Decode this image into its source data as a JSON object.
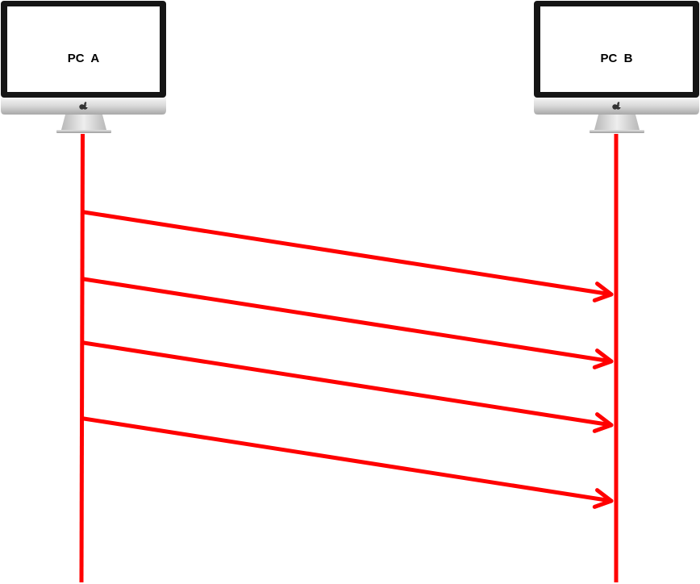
{
  "diagram": {
    "type": "sequence",
    "line_color": "#ff0000",
    "participants": [
      {
        "id": "pc-a",
        "label": "PC  A",
        "device_icon": "imac-monitor-icon",
        "logo_icon": "apple-logo-icon"
      },
      {
        "id": "pc-b",
        "label": "PC  B",
        "device_icon": "imac-monitor-icon",
        "logo_icon": "apple-logo-icon"
      }
    ],
    "messages": [
      {
        "from": "pc-a",
        "to": "pc-b",
        "label": ""
      },
      {
        "from": "pc-a",
        "to": "pc-b",
        "label": ""
      },
      {
        "from": "pc-a",
        "to": "pc-b",
        "label": ""
      },
      {
        "from": "pc-a",
        "to": "pc-b",
        "label": ""
      }
    ]
  }
}
